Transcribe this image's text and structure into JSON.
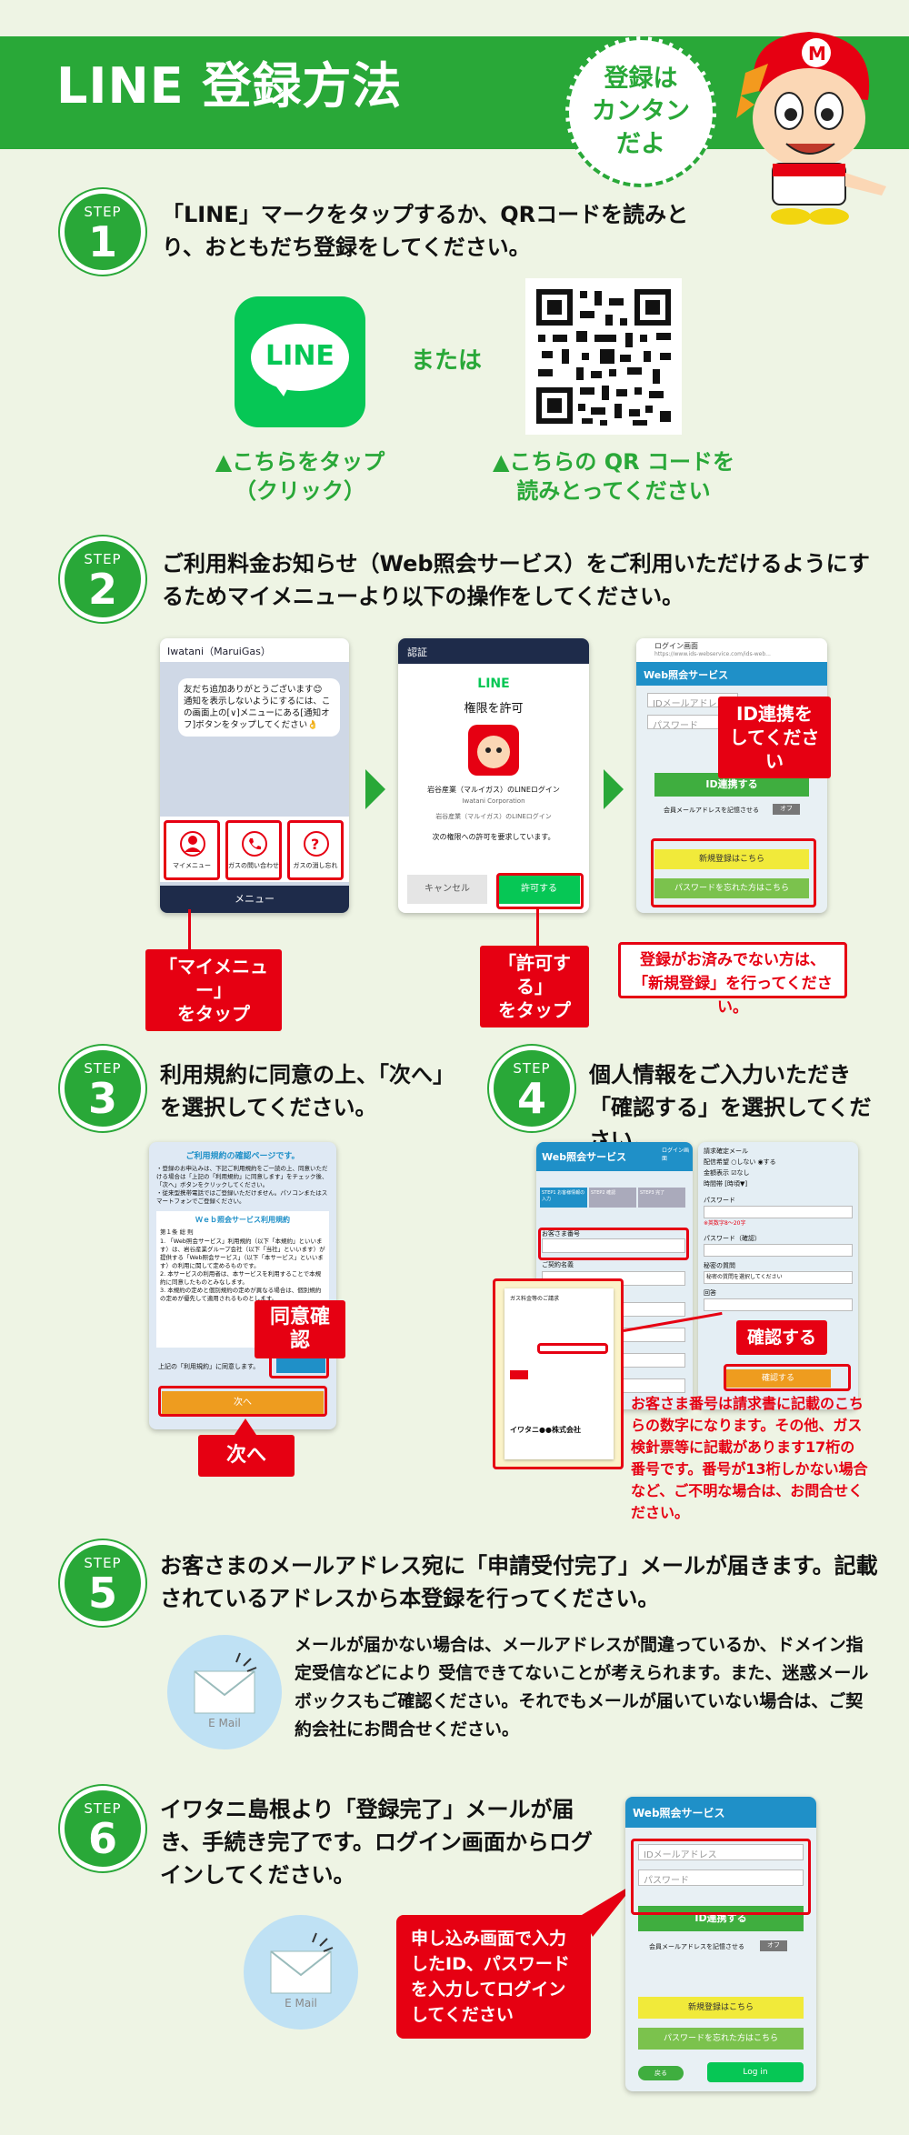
{
  "header": {
    "title": "LINE 登録方法",
    "bubble": "登録は\nカンタン\nだよ"
  },
  "steps": [
    {
      "label": "STEP",
      "num": "1",
      "text": "「LINE」マークをタップするか、QRコードを読みとり、おともだち登録をしてください。"
    },
    {
      "label": "STEP",
      "num": "2",
      "text": "ご利用料金お知らせ（Web照会サービス）をご利用いただけるようにするためマイメニューより以下の操作をしてください。"
    },
    {
      "label": "STEP",
      "num": "3",
      "text": "利用規約に同意の上、「次へ」を選択してください。"
    },
    {
      "label": "STEP",
      "num": "4",
      "text": "個人情報をご入力いただき「確認する」を選択してください。"
    },
    {
      "label": "STEP",
      "num": "5",
      "text": "お客さまのメールアドレス宛に「申請受付完了」メールが届きます。記載されているアドレスから本登録を行ってください。"
    },
    {
      "label": "STEP",
      "num": "6",
      "text": "イワタニ島根より「登録完了」メールが届き、手続き完了です。ログイン画面からログインしてください。"
    }
  ],
  "step1": {
    "line_logo": "LINE",
    "or": "または",
    "tap_note": "▲こちらをタップ\n（クリック）",
    "qr_note": "▲こちらの QR コードを\n読みとってください"
  },
  "step2": {
    "chat": {
      "title": "Iwatani（MaruiGas）",
      "msg": "友だち追加ありがとうございます😊\n通知を表示しないようにするには、この画面上の[∨]メニューにある[通知オフ]ボタンをタップしてください👌",
      "menu1": "マイメニュー",
      "menu2": "ガスの問い合わせ",
      "menu3": "ガスの消し忘れ",
      "menu_bar": "メニュー"
    },
    "auth": {
      "header": "認証",
      "line": "LINE",
      "title": "権限を許可",
      "company": "岩谷産業（マルイガス）のLINEログイン",
      "corp": "Iwatani Corporation",
      "sub": "岩谷産業（マルイガス）のLINEログイン",
      "req": "次の権限への許可を要求しています。",
      "cancel": "キャンセル",
      "allow": "許可する"
    },
    "web": {
      "bar": "ログイン画面",
      "url": "https://www.ids-webservice.com/ids-web...",
      "title": "Web照会サービス",
      "id_ph": "IDメールアドレス",
      "pw_ph": "パスワード",
      "link": "ID連携する",
      "remember": "会員メールアドレスを記憶させる",
      "off": "オフ",
      "new": "新規登録はこちら",
      "forgot": "パスワードを忘れた方はこちら"
    },
    "label_mymenu": "「マイメニュー」\nをタップ",
    "label_allow": "「許可する」\nをタップ",
    "label_id": "ID連携を\nしてください",
    "label_new": "登録がお済みでない方は、\n「新規登録」を行ってください。"
  },
  "step3": {
    "page_title": "ご利用規約の確認ページです。",
    "bullets": "・登録のお申込みは、下記ご利用規約をご一読の上、同意いただける場合は「上記の「利用規約」に同意します」をチェック後、「次へ」ボタンをクリックしてください。\n・従来型携帯電話ではご登録いただけません。パソコンまたはスマートフォンでご登録ください。",
    "terms_title": "Ｗｅｂ照会サービス利用規約",
    "chapter": "第１条 総 則",
    "terms": "1. 「Web照会サービス」利用規約（以下「本規約」といいます）は、岩谷産業グループ会社（以下「当社」といいます）が提供する「Web照会サービス」（以下「本サービス」といいます）の利用に関して定めるものです。\n2. 本サービスの利用者は、本サービスを利用することで本規約に同意したものとみなします。\n3. 本規約の定めと個別規約の定めが異なる場合は、個別規約の定めが優先して適用されるものとします。",
    "agree": "上記の「利用規約」に同意します。",
    "next": "次へ",
    "label_agree": "同意確認",
    "label_next": "次へ"
  },
  "step4": {
    "title": "Web照会サービス",
    "logout": "ログイン画面",
    "flow1": "STEP1 お客様情報の入力",
    "flow2": "STEP2 確認",
    "flow3": "STEP3 完了",
    "cust_no": "お客さま番号",
    "contract": "ご契約名義",
    "mail_label": "請求確定メール",
    "mail_opts": "配信希望  ○しない ◉する",
    "display": "金額表示  ☑なし",
    "period": "時間帯  [時頃▼]",
    "password": "パスワード",
    "pw_note": "※英数字8〜20字",
    "pw_confirm": "パスワード（確認）",
    "secret_q": "秘密の質問",
    "secret_sel": "秘密の質問を選択してください",
    "answer": "回答",
    "confirm": "確認する",
    "label_confirm": "確認する",
    "bill_company": "イワタニ●●株式会社",
    "bill_title": "ガス料金等のご請求",
    "note": "お客さま番号は請求書に記載のこちらの数字になります。その他、ガス検針票等に記載があります17桁の番号です。番号が13桁しかない場合など、ご不明な場合は、お問合せください。"
  },
  "step5": {
    "mail_icon": "E Mail",
    "note": "メールが届かない場合は、メールアドレスが間違っているか、ドメイン指定受信などにより 受信できてないことが考えられます。また、迷惑メールボックスもご確認ください。それでもメールが届いていない場合は、ご契約会社にお問合せください。"
  },
  "step6": {
    "mail_icon": "E Mail",
    "callout": "申し込み画面で入力したID、パスワードを入力してログインしてください",
    "title": "Web照会サービス",
    "id_ph": "IDメールアドレス",
    "pw_ph": "パスワード",
    "link": "ID連携する",
    "remember": "会員メールアドレスを記憶させる",
    "off": "オフ",
    "new": "新規登録はこちら",
    "forgot": "パスワードを忘れた方はこちら",
    "back": "戻る",
    "login": "Log in"
  }
}
